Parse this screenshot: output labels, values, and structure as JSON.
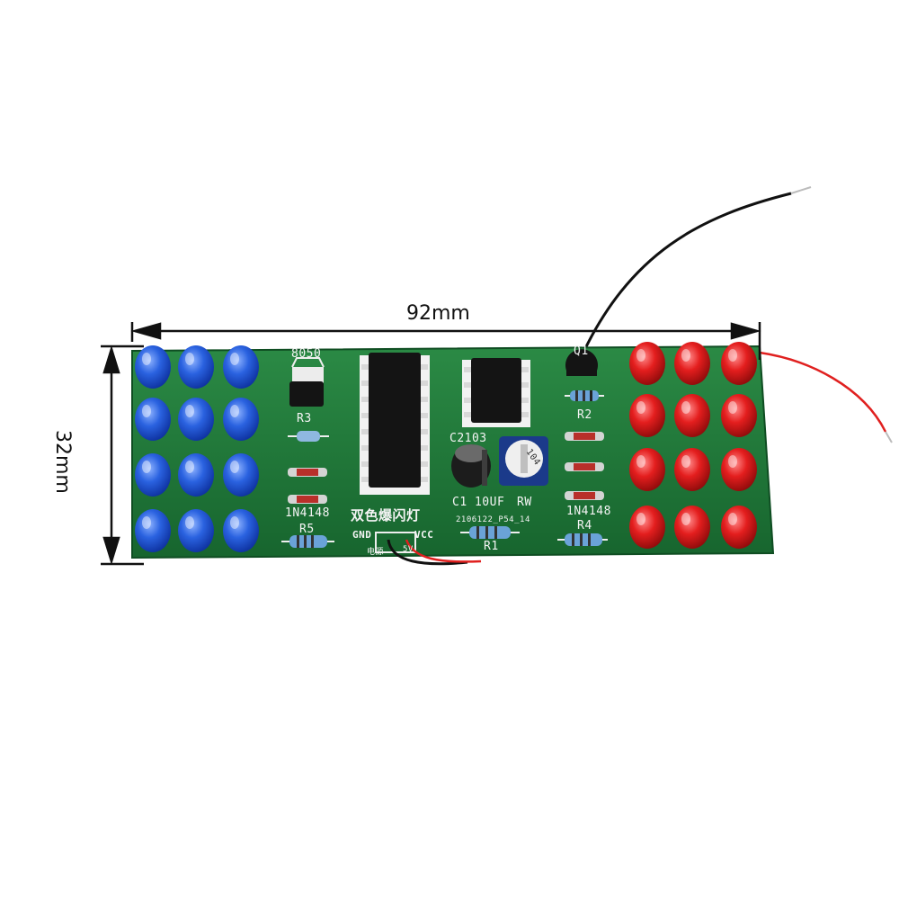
{
  "dimensions": {
    "width_label": "92mm",
    "height_label": "32mm"
  },
  "board": {
    "title_cn": "双色爆闪灯",
    "labels": {
      "q_8050": "8050",
      "r3": "R3",
      "r2": "R2",
      "q1": "Q1",
      "c2": "C2103",
      "c1": "C1 10UF",
      "rw": "RW",
      "pot": "104",
      "diode_left": "1N4148",
      "diode_right": "1N4148",
      "r5": "R5",
      "r4": "R4",
      "r1": "R1",
      "gnd": "GND",
      "vcc": "VCC",
      "power_cn": "电源",
      "power_v": "5V",
      "date_code": "2106122_P54_14"
    }
  },
  "colors": {
    "pcb": "#1f7a3a",
    "led_blue": "#1f5fd6",
    "led_red": "#e01a1a",
    "wire_black": "#111111",
    "wire_red": "#e0201f"
  }
}
